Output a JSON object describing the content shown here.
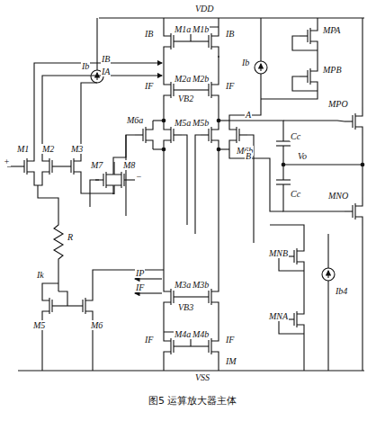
{
  "diagram": {
    "caption": "图5 运算放大器主体",
    "labels": [
      "VDD",
      "VSS",
      "IB",
      "M1a",
      "M1b",
      "IB",
      "IB",
      "IA",
      "IF",
      "M2a",
      "VB2",
      "M2b",
      "IF",
      "Ib",
      "MPA",
      "MPB",
      "M5a",
      "M6a",
      "M5b",
      "M6b",
      "A",
      "B",
      "Cc",
      "Cc",
      "Vo",
      "MPO",
      "MNO",
      "M3a",
      "VB3",
      "M3b",
      "IP",
      "IF",
      "MNB",
      "M4a",
      "M4b",
      "IF",
      "IF",
      "IM",
      "MNA",
      "Ib4",
      "+",
      "−",
      "M1",
      "M2",
      "M3",
      "Ib",
      "M7",
      "M8",
      "R",
      "Ik",
      "M5",
      "M6"
    ]
  }
}
